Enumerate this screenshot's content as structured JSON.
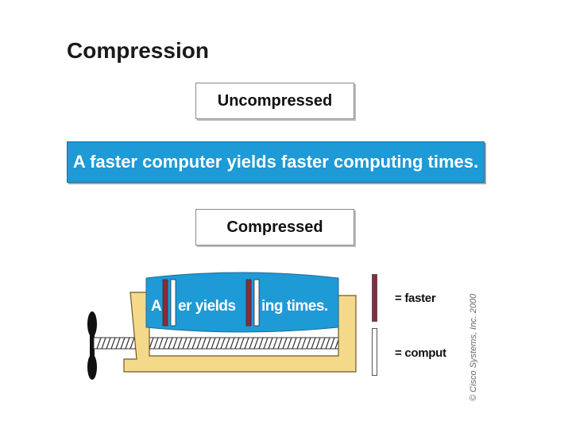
{
  "page": {
    "title": "Compression"
  },
  "labels": {
    "uncompressed": "Uncompressed",
    "compressed": "Compressed"
  },
  "sentence": "A faster computer yields faster computing times.",
  "compressed_text": {
    "part_a": "A",
    "part_b": "er yields",
    "part_c": "ing times."
  },
  "legend": [
    {
      "text": "= faster",
      "color": "#8b2a3a"
    },
    {
      "text": "= comput",
      "color": "#ffffff"
    }
  ],
  "copyright": "© Cisco Systems, Inc. 2000",
  "colors": {
    "accent": "#1e9ad6",
    "vise": "#f5d98a",
    "faster": "#8b2a3a",
    "comput": "#ffffff"
  }
}
